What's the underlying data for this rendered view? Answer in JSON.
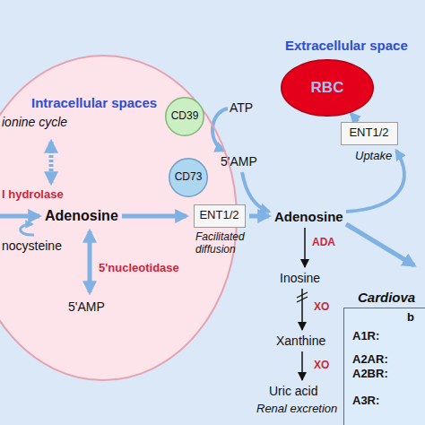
{
  "diagram": {
    "nodes": [
      {
        "text": [
          "Intracellular spaces"
        ]
      },
      {
        "text": [
          "CD39"
        ]
      },
      {
        "text": [
          "RBC"
        ]
      },
      {
        "text": [
          "ENT1/2"
        ]
      },
      {
        "text": [
          "CD73"
        ]
      },
      {
        "text": [
          "ENT1/2"
        ]
      },
      {
        "text": [
          "Cardiova",
          "b",
          "A1R:",
          "A2AR:",
          "A2BR:",
          "A3R:"
        ]
      }
    ],
    "edges": [
      {
        "from": 3,
        "to": 2,
        "arrow": "to"
      }
    ],
    "labels": [
      "Extracellular space",
      "ionine cycle",
      "l hydrolase",
      "Adenosine",
      "nocysteine",
      "5'nucleotidase",
      "5'AMP",
      "ATP",
      "5'AMP",
      "Facilitated diffusion",
      "Adenosine",
      "Uptake",
      "ADA",
      "Inosine",
      "XO",
      "Xanthine",
      "XO",
      "Uric acid",
      "Renal excretion"
    ]
  }
}
